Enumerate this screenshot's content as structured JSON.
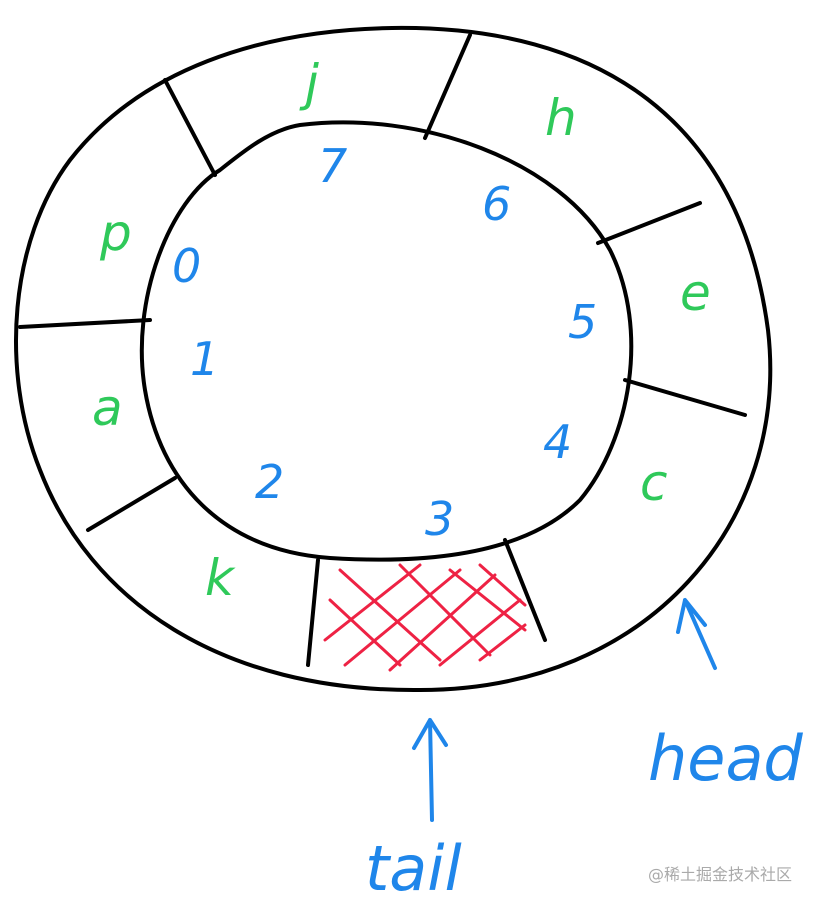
{
  "title": "Ring buffer (circular queue) diagram",
  "slots": [
    {
      "index": "0",
      "value": "p"
    },
    {
      "index": "1",
      "value": "a"
    },
    {
      "index": "2",
      "value": "k"
    },
    {
      "index": "3",
      "value": ""
    },
    {
      "index": "4",
      "value": "c"
    },
    {
      "index": "5",
      "value": "e"
    },
    {
      "index": "6",
      "value": "h"
    },
    {
      "index": "7",
      "value": "j"
    }
  ],
  "pointers": {
    "tail": "tail",
    "head": "head"
  },
  "watermark": "@稀土掘金技术社区",
  "colors": {
    "value": "#2fc95a",
    "index": "#1f86ea",
    "empty_hatch": "#ee2244",
    "outline": "#000000"
  }
}
